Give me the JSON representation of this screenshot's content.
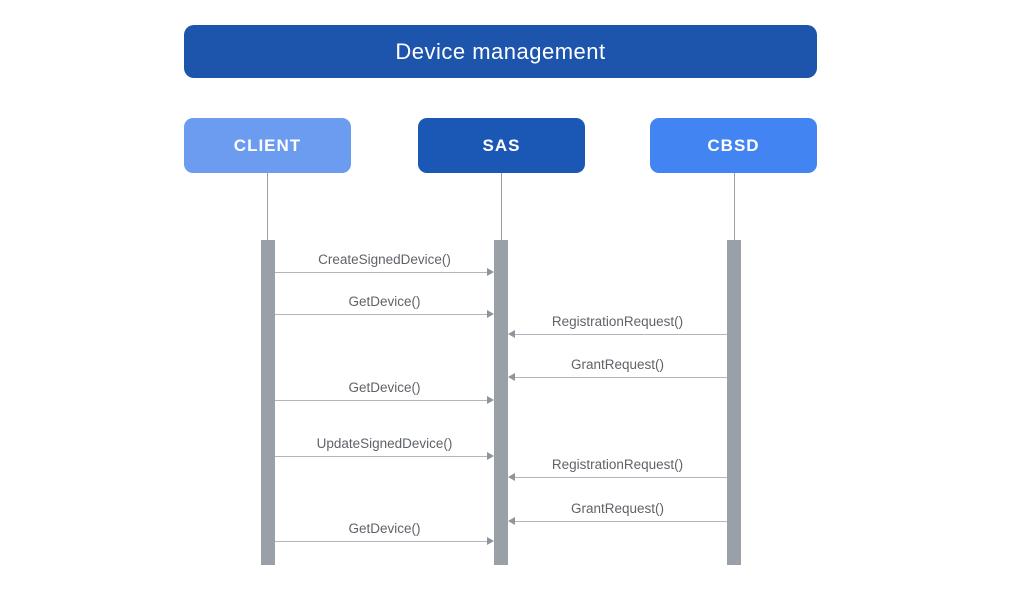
{
  "diagram": {
    "title": "Device management",
    "actors": [
      {
        "id": "client",
        "label": "CLIENT",
        "color": "#6b9cf0"
      },
      {
        "id": "sas",
        "label": "SAS",
        "color": "#1b57b4"
      },
      {
        "id": "cbsd",
        "label": "CBSD",
        "color": "#4384f3"
      }
    ],
    "messages": [
      {
        "label": "CreateSignedDevice()",
        "from": "CLIENT",
        "to": "SAS"
      },
      {
        "label": "GetDevice()",
        "from": "CLIENT",
        "to": "SAS"
      },
      {
        "label": "RegistrationRequest()",
        "from": "CBSD",
        "to": "SAS"
      },
      {
        "label": "GrantRequest()",
        "from": "CBSD",
        "to": "SAS"
      },
      {
        "label": "GetDevice()",
        "from": "CLIENT",
        "to": "SAS"
      },
      {
        "label": "UpdateSignedDevice()",
        "from": "CLIENT",
        "to": "SAS"
      },
      {
        "label": "RegistrationRequest()",
        "from": "CBSD",
        "to": "SAS"
      },
      {
        "label": "GrantRequest()",
        "from": "CBSD",
        "to": "SAS"
      },
      {
        "label": "GetDevice()",
        "from": "CLIENT",
        "to": "SAS"
      }
    ],
    "colors": {
      "title_bg": "#1d54ac",
      "client_bg": "#6b9cf0",
      "sas_bg": "#1b57b4",
      "cbsd_bg": "#4384f3",
      "bar_gray": "#9aa0a8",
      "line_gray": "#b2b6bb",
      "arrow_gray": "#8f959c",
      "text_gray": "#5f6368"
    }
  }
}
